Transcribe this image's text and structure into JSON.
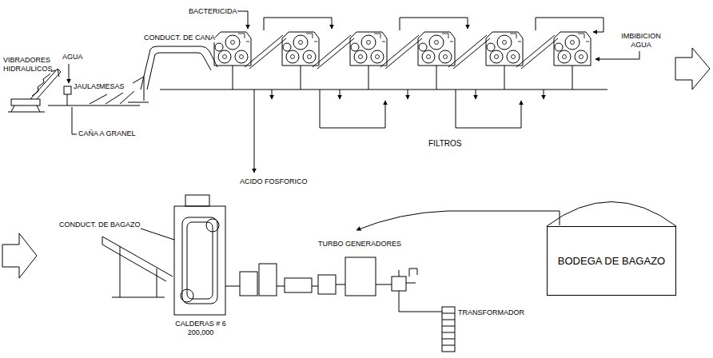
{
  "diagram": {
    "nodes": [
      {
        "text": [
          "BODEGA DE BAGAZO"
        ]
      }
    ],
    "labels": [
      "VIBRADORES HIDRAULICOS",
      "AGUA",
      "JAULAS",
      "MESAS",
      "CAÑA A GRANEL",
      "CONDUCT. DE CANA",
      "BACTERICIDA",
      "ACIDO FOSFORICO",
      "FILTROS",
      "IMBIBICION AGUA",
      "CONDUCT. DE BAGAZO",
      "CALDERAS # 6 200,000",
      "TURBO GENERADORES",
      "TRANSFORMADOR"
    ]
  }
}
